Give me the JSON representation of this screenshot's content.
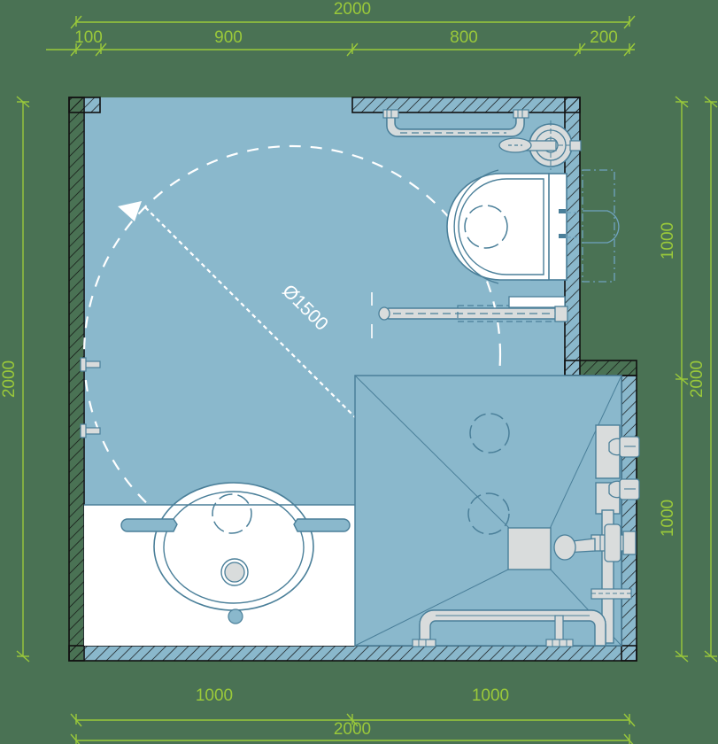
{
  "drawing": {
    "title": "Accessible Bathroom Floor Plan",
    "background_color": "#4a7254",
    "floor_color": "#8ab8cc",
    "fixture_fill": "#ffffff",
    "fixture_stroke": "#4a7f99",
    "metal_fill": "#d9dcdc",
    "wall_stroke": "#111111",
    "dimension_color": "#9ac93a",
    "turning_circle_color": "#ffffff"
  },
  "annotations": {
    "turning_circle": "Ø1500"
  },
  "dimensions": {
    "top_outer": {
      "label": "2000"
    },
    "top_inner": [
      {
        "label": "100"
      },
      {
        "label": "900"
      },
      {
        "label": "800"
      },
      {
        "label": "200"
      }
    ],
    "left_outer": {
      "label": "2000"
    },
    "right_inner": [
      {
        "label": "1000"
      },
      {
        "label": "1000"
      }
    ],
    "right_outer": {
      "label": "2000"
    },
    "bottom_inner": [
      {
        "label": "1000"
      },
      {
        "label": "1000"
      }
    ],
    "bottom_outer": {
      "label": "2000"
    }
  },
  "fixtures": {
    "toilet": {
      "name": "wc-toilet"
    },
    "washbasin": {
      "name": "washbasin"
    },
    "shower_tray": {
      "name": "shower-tray"
    },
    "grab_bar_top": {
      "name": "grab-bar-top"
    },
    "grab_bar_fold_down": {
      "name": "grab-bar-fold-down"
    },
    "grab_rail_bottom": {
      "name": "grab-rail-bottom"
    },
    "toilet_roll_holder": {
      "name": "toilet-roll-holder"
    },
    "shower_riser": {
      "name": "shower-riser-rail"
    },
    "shower_mixer": {
      "name": "shower-mixer-valve"
    },
    "cistern": {
      "name": "concealed-cistern"
    }
  }
}
